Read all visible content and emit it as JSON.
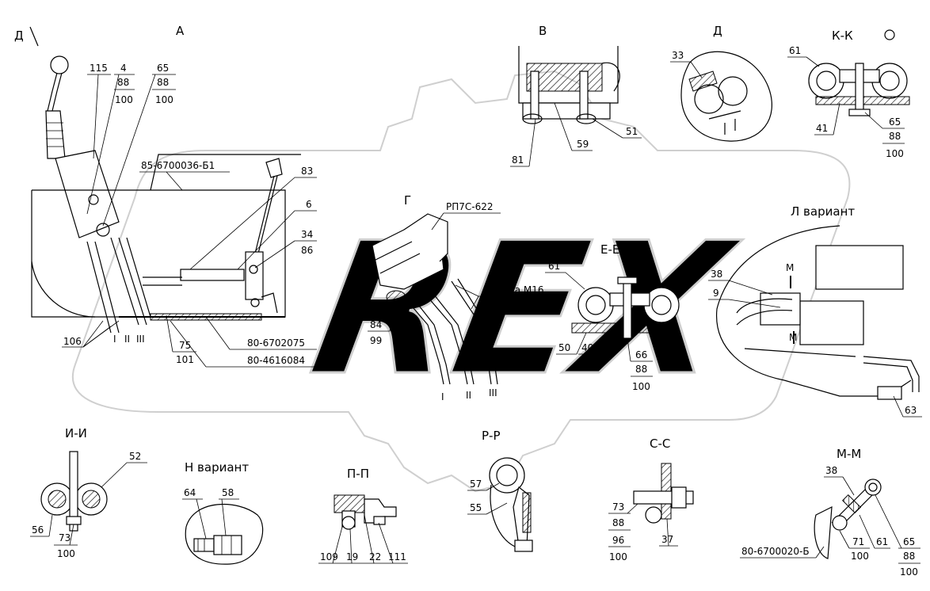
{
  "views": {
    "A": "А",
    "V": "В",
    "D": "Д",
    "KK": "К-К",
    "G": "Г",
    "EE": "Е-Е",
    "L": "Л вариант",
    "II": "И-И",
    "N": "Н вариант",
    "PP": "П-П",
    "RR": "Р-Р",
    "SS": "С-С",
    "MM": "М-М",
    "D_arrow": "Д"
  },
  "labels": {
    "l115": "115",
    "l4": "4",
    "l88a": "88",
    "l100a": "100",
    "l65": "65",
    "l88b": "88",
    "l100b": "100",
    "l85": "85-6700036-Б1",
    "l83": "83",
    "l6": "6",
    "l34": "34",
    "l86": "86",
    "l106": "106",
    "l75": "75",
    "l101": "101",
    "l80a": "80-6702075",
    "l80b": "80-4616084",
    "rome1": "I",
    "rome2": "II",
    "rome3": "III",
    "l81": "81",
    "l59": "59",
    "l51": "51",
    "l33": "33",
    "l61a": "61",
    "l41": "41",
    "l65b": "65",
    "l88c": "88",
    "l100c": "100",
    "lrp": "РП7С-622",
    "lgayka": "Гайка М16",
    "l84": "84",
    "l99": "99",
    "gr1": "I",
    "gr2": "II",
    "gr3": "III",
    "l61b": "61",
    "l50": "50",
    "l40": "40",
    "l66": "66",
    "l88d": "88",
    "l100d": "100",
    "l38": "38",
    "l9": "9",
    "lM1": "М",
    "lM2": "М",
    "l63": "63",
    "l52": "52",
    "l56": "56",
    "l73a": "73",
    "l100e": "100",
    "l64": "64",
    "l58": "58",
    "l109": "109",
    "l19": "19",
    "l22": "22",
    "l111": "111",
    "l57": "57",
    "l55": "55",
    "l73b": "73",
    "l88e": "88",
    "l96": "96",
    "l100f": "100",
    "l37": "37",
    "l38b": "38",
    "l80c": "80-6700020-Б",
    "l71": "71",
    "l100g": "100",
    "l61c": "61",
    "l65c": "65",
    "l88f": "88",
    "l100h": "100"
  },
  "watermark": {
    "text": "REX"
  }
}
